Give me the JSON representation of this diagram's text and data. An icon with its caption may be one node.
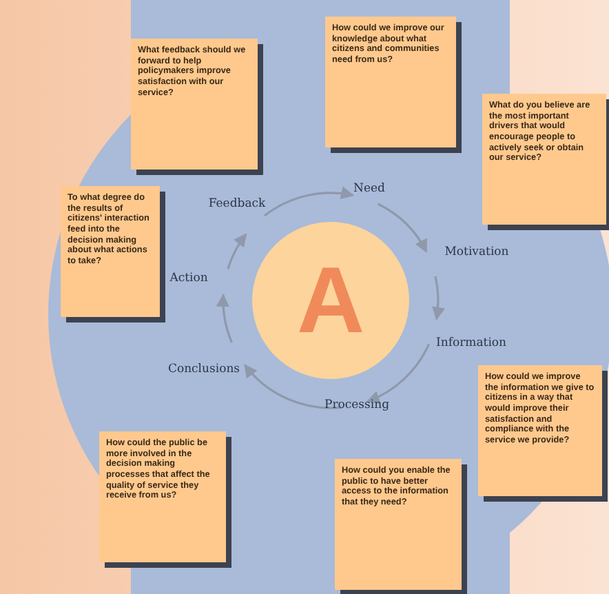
{
  "diagram": {
    "nodes": [
      {
        "text": [
          "How could we improve our knowledge about what citizens and communities need from us?"
        ]
      },
      {
        "text": [
          "What feedback should we forward to help policymakers improve satisfaction with our service?"
        ]
      },
      {
        "text": [
          "What do you believe are the most important drivers that would encourage people to actively seek or obtain our service?"
        ]
      },
      {
        "text": [
          "To what degree do the results of citizens' interaction feed into the decision making about what actions to take?"
        ]
      },
      {
        "text": [
          "How could we improve the information we give to citizens in a way that would improve their satisfaction and compliance with the service we provide?"
        ]
      },
      {
        "text": [
          "How could the public be more involved in the decision making processes that affect the quality of service they receive from us?"
        ]
      },
      {
        "text": [
          "How could you enable the public to have better access to the information that they need?"
        ]
      },
      {
        "text": [
          "A"
        ]
      },
      {
        "text": [
          "Need"
        ]
      },
      {
        "text": [
          "Motivation"
        ]
      },
      {
        "text": [
          "Information"
        ]
      },
      {
        "text": [
          "Processing"
        ]
      },
      {
        "text": [
          "Conclusions"
        ]
      },
      {
        "text": [
          "Action"
        ]
      },
      {
        "text": [
          "Feedback"
        ]
      }
    ],
    "edges": [
      {
        "from": 8,
        "to": 9,
        "arrow": "to"
      },
      {
        "from": 9,
        "to": 10,
        "arrow": "to"
      },
      {
        "from": 10,
        "to": 11,
        "arrow": "to"
      },
      {
        "from": 11,
        "to": 12,
        "arrow": "to"
      },
      {
        "from": 12,
        "to": 13,
        "arrow": "to"
      },
      {
        "from": 13,
        "to": 14,
        "arrow": "to"
      },
      {
        "from": 14,
        "to": 8,
        "arrow": "to"
      }
    ]
  }
}
